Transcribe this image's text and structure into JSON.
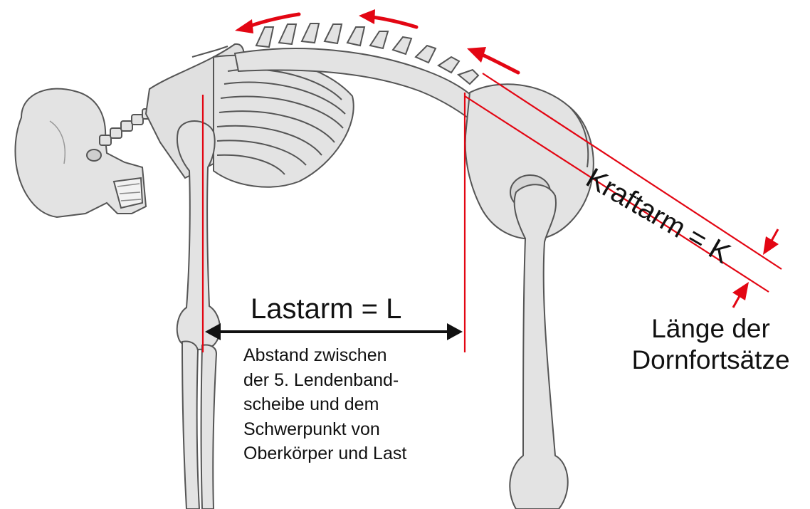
{
  "labels": {
    "lastarm": "Lastarm = L",
    "kraftarm": "Kraftarm = K",
    "abstand_lines": [
      "Abstand zwischen",
      "der 5. Lendenband-",
      "scheibe und dem",
      "Schwerpunkt von",
      "Oberkörper und Last"
    ],
    "laenge_lines": [
      "Länge der",
      "Dornfortsätze"
    ]
  },
  "colors": {
    "accent_red": "#e30613",
    "bone_fill": "#e3e3e3",
    "bone_stroke": "#555555",
    "text": "#111111"
  }
}
